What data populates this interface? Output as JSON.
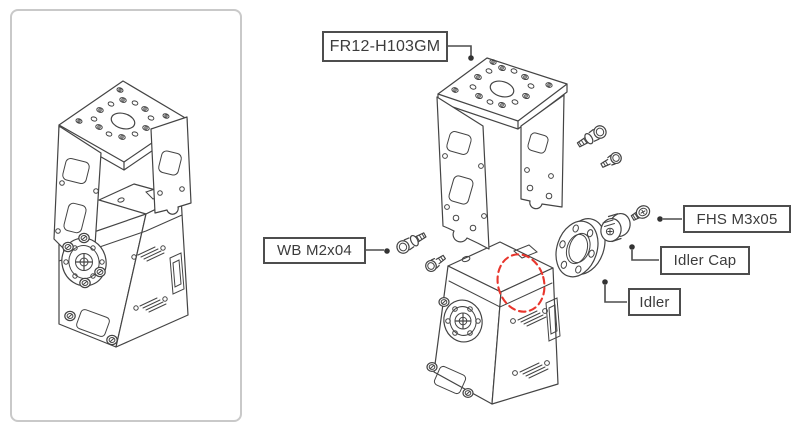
{
  "labels": {
    "frame": {
      "text": "FR12-H103GM"
    },
    "washer_bolt": {
      "text": "WB M2x04"
    },
    "fhs_screw": {
      "text": "FHS M3x05"
    },
    "idler_cap": {
      "text": "Idler Cap"
    },
    "idler": {
      "text": "Idler"
    }
  },
  "colors": {
    "line": "#444444",
    "highlight": "#e8362d",
    "label_border": "#4d4d4d",
    "label_text": "#3c3c3c",
    "panel_border": "#c9c9c9",
    "background": "#ffffff"
  }
}
